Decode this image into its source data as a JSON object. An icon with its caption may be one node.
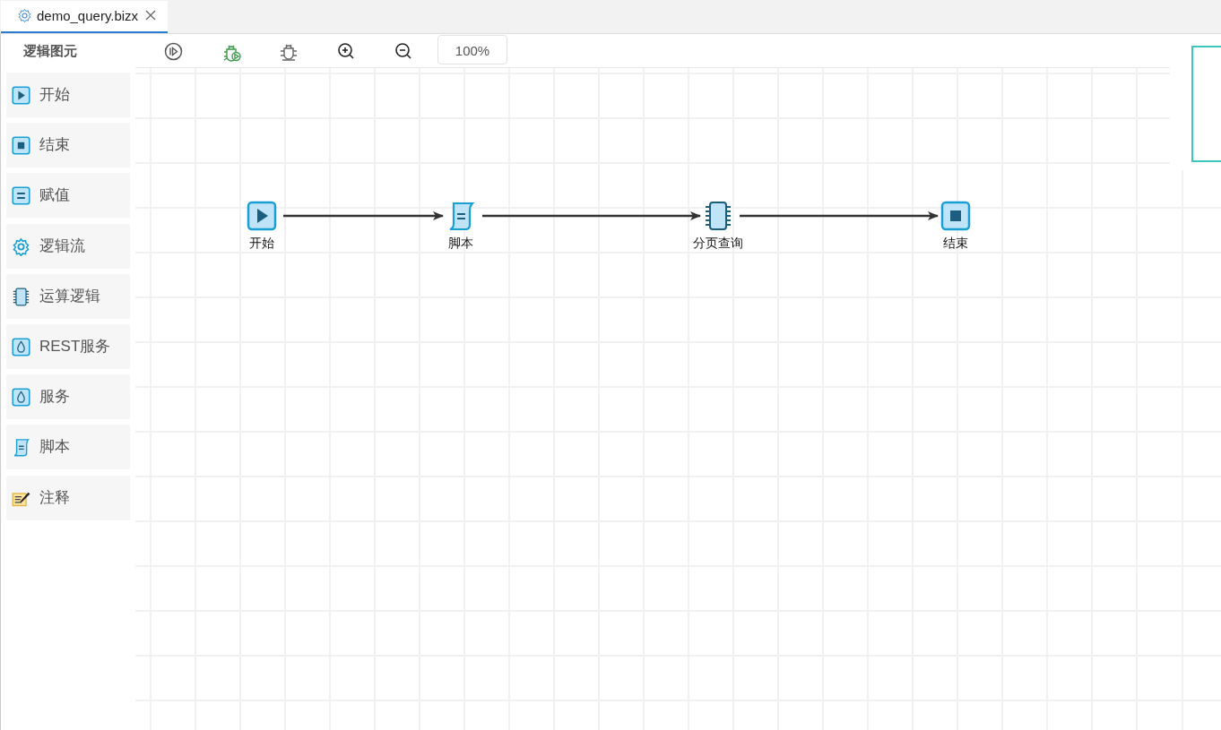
{
  "diagram": {
    "nodes": [
      {
        "text": [
          "开始"
        ]
      },
      {
        "text": [
          "脚本"
        ]
      },
      {
        "text": [
          "分页查询"
        ]
      },
      {
        "text": [
          "结束"
        ]
      },
      {
        "text": [],
        "shape": "box"
      }
    ],
    "edges": [
      {
        "from": 0,
        "to": 1,
        "arrow": "to"
      },
      {
        "from": 1,
        "to": 2,
        "arrow": "to"
      },
      {
        "from": 2,
        "to": 3,
        "arrow": "to"
      }
    ],
    "labels": [
      "demo_query.bizx",
      "逻辑图元",
      "100%",
      "开始",
      "结束",
      "赋值",
      "逻辑流",
      "运算逻辑",
      "REST服务",
      "服务",
      "脚本",
      "注释"
    ]
  }
}
